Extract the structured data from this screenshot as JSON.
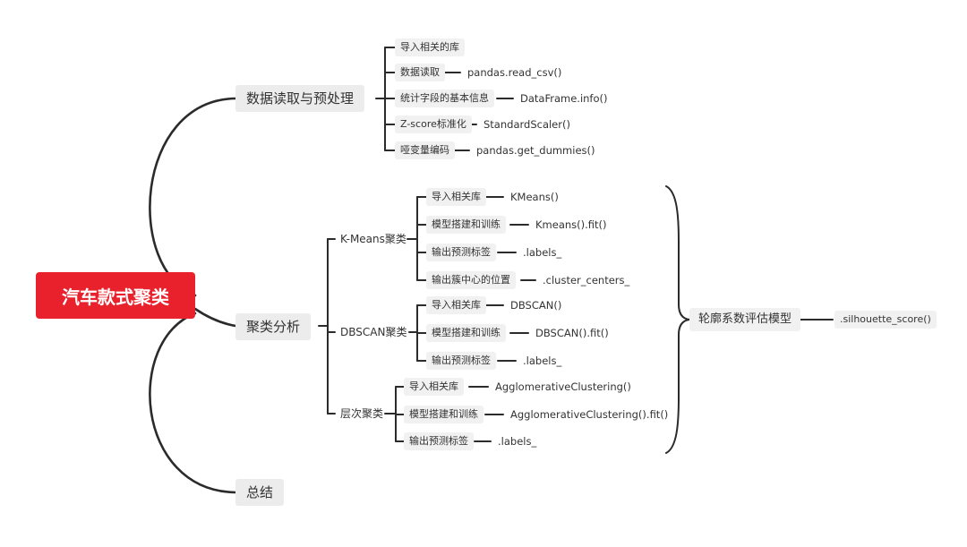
{
  "root": "汽车款式聚类",
  "branch1": {
    "label": "数据读取与预处理",
    "items": [
      {
        "label": "导入相关的库"
      },
      {
        "label": "数据读取",
        "fn": "pandas.read_csv()"
      },
      {
        "label": "统计字段的基本信息",
        "fn": "DataFrame.info()"
      },
      {
        "label": "Z-score标准化",
        "fn": "StandardScaler()"
      },
      {
        "label": "哑变量编码",
        "fn": "pandas.get_dummies()"
      }
    ]
  },
  "branch2": {
    "label": "聚类分析",
    "kmeans": {
      "label": "K-Means聚类",
      "items": [
        {
          "label": "导入相关库",
          "fn": "KMeans()"
        },
        {
          "label": "模型搭建和训练",
          "fn": "Kmeans().fit()"
        },
        {
          "label": "输出预测标签",
          "fn": ".labels_"
        },
        {
          "label": "输出簇中心的位置",
          "fn": ".cluster_centers_"
        }
      ]
    },
    "dbscan": {
      "label": "DBSCAN聚类",
      "items": [
        {
          "label": "导入相关库",
          "fn": "DBSCAN()"
        },
        {
          "label": "模型搭建和训练",
          "fn": "DBSCAN().fit()"
        },
        {
          "label": "输出预测标签",
          "fn": ".labels_"
        }
      ]
    },
    "hier": {
      "label": "层次聚类",
      "items": [
        {
          "label": "导入相关库",
          "fn": "AgglomerativeClustering()"
        },
        {
          "label": "模型搭建和训练",
          "fn": "AgglomerativeClustering().fit()"
        },
        {
          "label": "输出预测标签",
          "fn": ".labels_"
        }
      ]
    },
    "evaluation": {
      "label": "轮廓系数评估模型",
      "fn": ".silhouette_score()"
    }
  },
  "branch3": {
    "label": "总结"
  }
}
